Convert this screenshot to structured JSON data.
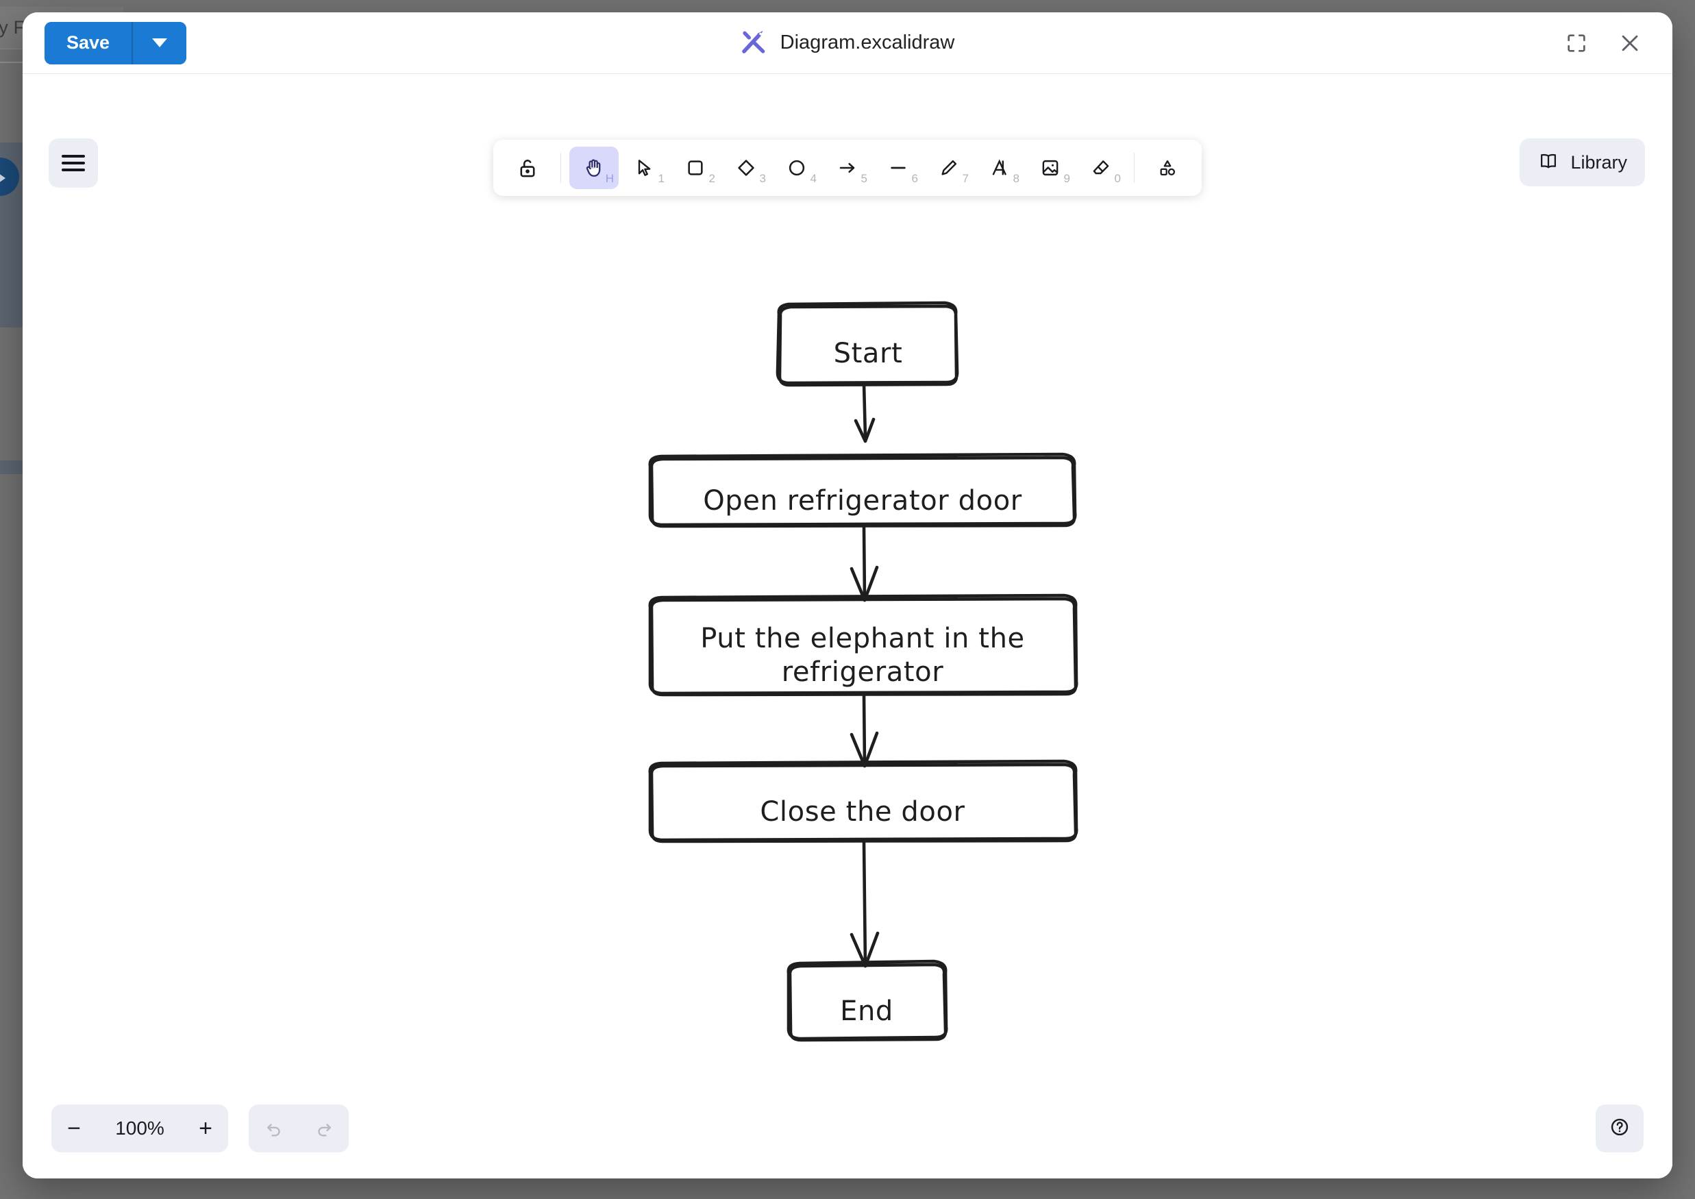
{
  "background": {
    "partial_text": "ly F"
  },
  "header": {
    "save_label": "Save",
    "save_dropdown_icon": "chevron-down-icon",
    "logo_icon": "excalidraw-logo-icon",
    "title": "Diagram.excalidraw",
    "fullscreen_icon": "fullscreen-icon",
    "close_icon": "close-icon",
    "accent_color": "#1a7ad4"
  },
  "app": {
    "menu_icon": "hamburger-menu-icon",
    "library_label": "Library",
    "library_icon": "book-icon",
    "active_tool_highlight": "#d8d9fb"
  },
  "toolbar": {
    "tools": [
      {
        "name": "lock-icon",
        "label": "Keep selected tool active after drawing",
        "shortcut": "",
        "active": false
      },
      {
        "name": "hand-icon",
        "label": "Hand (panning tool)",
        "shortcut": "H",
        "active": true
      },
      {
        "name": "cursor-icon",
        "label": "Selection",
        "shortcut": "1",
        "active": false
      },
      {
        "name": "rectangle-icon",
        "label": "Rectangle",
        "shortcut": "2",
        "active": false
      },
      {
        "name": "diamond-icon",
        "label": "Diamond",
        "shortcut": "3",
        "active": false
      },
      {
        "name": "ellipse-icon",
        "label": "Ellipse",
        "shortcut": "4",
        "active": false
      },
      {
        "name": "arrow-icon",
        "label": "Arrow",
        "shortcut": "5",
        "active": false
      },
      {
        "name": "line-icon",
        "label": "Line",
        "shortcut": "6",
        "active": false
      },
      {
        "name": "draw-icon",
        "label": "Draw",
        "shortcut": "7",
        "active": false
      },
      {
        "name": "text-icon",
        "label": "Text",
        "shortcut": "8",
        "active": false
      },
      {
        "name": "image-icon",
        "label": "Insert image",
        "shortcut": "9",
        "active": false
      },
      {
        "name": "eraser-icon",
        "label": "Eraser",
        "shortcut": "0",
        "active": false
      },
      {
        "name": "shapes-icon",
        "label": "More tools",
        "shortcut": "",
        "active": false
      }
    ]
  },
  "footer": {
    "zoom_out_label": "−",
    "zoom_value": "100%",
    "zoom_in_label": "+",
    "undo_icon": "undo-icon",
    "redo_icon": "redo-icon",
    "undo_enabled": false,
    "redo_enabled": false,
    "help_icon": "question-mark-icon"
  },
  "chart_data": {
    "type": "diagram",
    "diagram_kind": "flowchart",
    "title": "Diagram.excalidraw",
    "style": "hand-drawn",
    "nodes": [
      {
        "id": "n1",
        "label": "Start",
        "shape": "rounded-rectangle"
      },
      {
        "id": "n2",
        "label": "Open refrigerator door",
        "shape": "rounded-rectangle"
      },
      {
        "id": "n3",
        "label": "Put the elephant in the refrigerator",
        "shape": "rounded-rectangle"
      },
      {
        "id": "n4",
        "label": "Close the door",
        "shape": "rounded-rectangle"
      },
      {
        "id": "n5",
        "label": "End",
        "shape": "rounded-rectangle"
      }
    ],
    "edges": [
      {
        "from": "n1",
        "to": "n2",
        "type": "arrow"
      },
      {
        "from": "n2",
        "to": "n3",
        "type": "arrow"
      },
      {
        "from": "n3",
        "to": "n4",
        "type": "arrow"
      },
      {
        "from": "n4",
        "to": "n5",
        "type": "arrow"
      }
    ],
    "stroke_color": "#1e1e1e",
    "fill_color": "#ffffff"
  }
}
